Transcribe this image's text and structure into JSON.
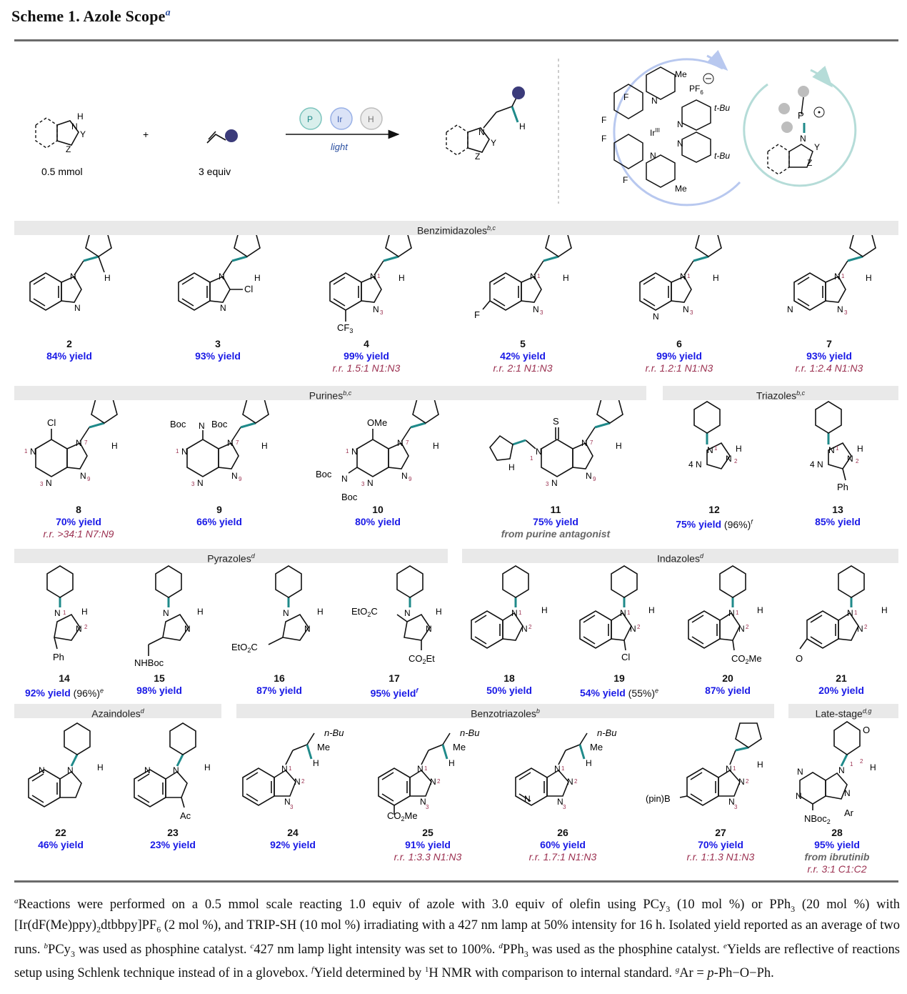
{
  "title": "Scheme 1. Azole Scope",
  "title_sup": "a",
  "scheme": {
    "amount": "0.5 mmol",
    "plus": "+",
    "equiv": "3 equiv",
    "condition": "light",
    "cat_labels": [
      "P",
      "Ir",
      "H"
    ],
    "catalyst_labels": {
      "me1": "Me",
      "pf6": "PF",
      "pf6_sub": "6",
      "tbu1": "t-Bu",
      "tbu2": "t-Bu",
      "me2": "Me",
      "ir": "Ir",
      "ir_ox": "III"
    },
    "intermediate_labels": {
      "p": "P",
      "n": "N",
      "y": "Y",
      "z": "Z"
    }
  },
  "sections": {
    "benzimidazoles": {
      "label": "Benzimidazoles",
      "sup": "b,c"
    },
    "purines": {
      "label": "Purines",
      "sup": "b,c"
    },
    "triazoles": {
      "label": "Triazoles",
      "sup": "b,c"
    },
    "pyrazoles": {
      "label": "Pyrazoles",
      "sup": "d"
    },
    "indazoles": {
      "label": "Indazoles",
      "sup": "d"
    },
    "azaindoles": {
      "label": "Azaindoles",
      "sup": "d"
    },
    "benzotriazoles": {
      "label": "Benzotriazoles",
      "sup": "b"
    },
    "late_stage": {
      "label": "Late-stage",
      "sup": "d,g"
    }
  },
  "compounds": [
    {
      "id": "c2",
      "num": "2",
      "yield": "84% yield"
    },
    {
      "id": "c3",
      "num": "3",
      "yield": "93% yield"
    },
    {
      "id": "c4",
      "num": "4",
      "yield": "99% yield",
      "rr": "r.r. 1.5:1 N1:N3"
    },
    {
      "id": "c5",
      "num": "5",
      "yield": "42% yield",
      "rr": "r.r. 2:1 N1:N3"
    },
    {
      "id": "c6",
      "num": "6",
      "yield": "99% yield",
      "rr": "r.r. 1.2:1 N1:N3"
    },
    {
      "id": "c7",
      "num": "7",
      "yield": "93% yield",
      "rr": "r.r. 1:2.4 N1:N3"
    },
    {
      "id": "c8",
      "num": "8",
      "yield": "70% yield",
      "rr": "r.r. >34:1 N7:N9"
    },
    {
      "id": "c9",
      "num": "9",
      "yield": "66% yield"
    },
    {
      "id": "c10",
      "num": "10",
      "yield": "80% yield"
    },
    {
      "id": "c11",
      "num": "11",
      "yield": "75% yield",
      "note": "from purine antagonist"
    },
    {
      "id": "c12",
      "num": "12",
      "yield": "75% yield",
      "paren": "(96%)",
      "paren_sup": "f"
    },
    {
      "id": "c13",
      "num": "13",
      "yield": "85% yield"
    },
    {
      "id": "c14",
      "num": "14",
      "yield": "92% yield",
      "paren": "(96%)",
      "paren_sup": "e"
    },
    {
      "id": "c15",
      "num": "15",
      "yield": "98% yield"
    },
    {
      "id": "c16",
      "num": "16",
      "yield": "87% yield"
    },
    {
      "id": "c17",
      "num": "17",
      "yield": "95% yield",
      "yield_sup": "f"
    },
    {
      "id": "c18",
      "num": "18",
      "yield": "50% yield"
    },
    {
      "id": "c19",
      "num": "19",
      "yield": "54% yield",
      "paren": "(55%)",
      "paren_sup": "e"
    },
    {
      "id": "c20",
      "num": "20",
      "yield": "87% yield"
    },
    {
      "id": "c21",
      "num": "21",
      "yield": "20% yield"
    },
    {
      "id": "c22",
      "num": "22",
      "yield": "46% yield"
    },
    {
      "id": "c23",
      "num": "23",
      "yield": "23% yield"
    },
    {
      "id": "c24",
      "num": "24",
      "yield": "92% yield"
    },
    {
      "id": "c25",
      "num": "25",
      "yield": "91% yield",
      "rr": "r.r. 1:3.3 N1:N3"
    },
    {
      "id": "c26",
      "num": "26",
      "yield": "60% yield",
      "rr": "r.r. 1.7:1 N1:N3"
    },
    {
      "id": "c27",
      "num": "27",
      "yield": "70% yield",
      "rr": "r.r. 1:1.3 N1:N3"
    },
    {
      "id": "c28",
      "num": "28",
      "yield": "95% yield",
      "note": "from ibrutinib",
      "rr": "r.r. 3:1 C1:C2"
    }
  ],
  "structure_labels": {
    "sub3": "Cl",
    "sub4": "CF",
    "sub5": "F",
    "sub8": "Cl",
    "sub9": "Boc",
    "sub9b": "Boc",
    "sub10": "OMe",
    "sub10b": "Boc",
    "sub10c": "Boc",
    "sub11": "S",
    "sub13": "Ph",
    "sub14": "Ph",
    "sub15": "NHBoc",
    "sub16": "EtO",
    "sub17a": "EtO",
    "sub17b": "CO",
    "sub17b2": "Et",
    "sub19": "Cl",
    "sub20": "CO",
    "sub20b": "Me",
    "sub21": "O",
    "sub23": "Ac",
    "nbu": "n-Bu",
    "me": "Me",
    "sub25": "CO",
    "sub25b": "Me",
    "sub27": "(pin)B",
    "sub28a": "NBoc",
    "sub28b": "Ar",
    "o": "O",
    "h": "H",
    "n": "N"
  },
  "footnote": {
    "a": "Reactions were performed on a 0.5 mmol scale reacting 1.0 equiv of azole with 3.0 equiv of olefin using PCy",
    "a2": " (10 mol %) or PPh",
    "a3": " (20 mol %) with [Ir(dF(Me)ppy)",
    "a4": "dtbbpy]PF",
    "a5": " (2 mol %), and TRIP-SH (10 mol %) irradiating with a 427 nm lamp at 50% intensity for 16 h. Isolated yield reported as an average of two runs. ",
    "b": "PCy",
    "b2": " was used as phosphine catalyst. ",
    "c": "427 nm lamp light intensity was set to 100%. ",
    "d": "PPh",
    "d2": " was used as the phosphine catalyst. ",
    "e": "Yields are reflective of reactions setup using Schlenk technique instead of in a glovebox. ",
    "f": "Yield determined by ",
    "f2": "H NMR with comparison to internal standard. ",
    "g": "Ar = ",
    "g2": "p",
    "g3": "-Ph−O−Ph."
  },
  "colors": {
    "teal": "#1f8a8a",
    "purple": "#3b3b7a",
    "ring_blue": "#b8c8ef",
    "ring_teal": "#b5dcd8",
    "yield": "#1a1ae6",
    "rr": "#9b3050"
  }
}
